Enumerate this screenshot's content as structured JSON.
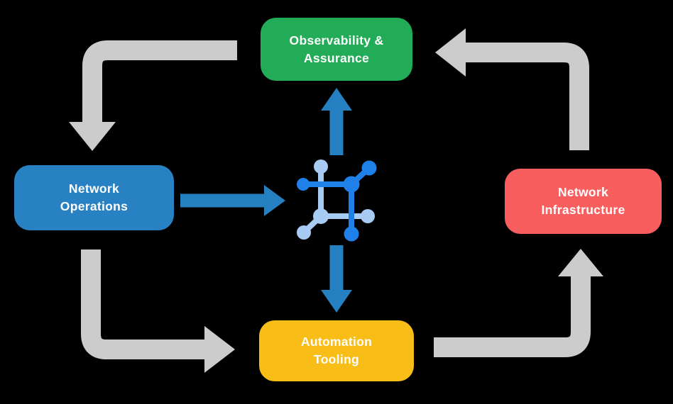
{
  "colors": {
    "background": "#000000",
    "text": "#FFFFFF",
    "node-green": "#22AC57",
    "node-blue": "#2781C3",
    "node-red": "#F95E5E",
    "node-yellow": "#F9BD18",
    "arrow-gray": "#CCCCCC",
    "arrow-blue": "#2480C0",
    "icon-dark": "#1F80EA",
    "icon-light": "#A8CBF3"
  },
  "nodes": {
    "observability": {
      "label": "Observability &\nAssurance"
    },
    "operations": {
      "label": "Network\nOperations"
    },
    "infrastructure": {
      "label": "Network\nInfrastructure"
    },
    "automation": {
      "label": "Automation\nTooling"
    }
  },
  "center_icon": {
    "name": "network-mesh-icon"
  },
  "flows": [
    {
      "from": "Observability & Assurance",
      "to": "Network Operations",
      "style": "gray-elbow"
    },
    {
      "from": "Network Operations",
      "to": "Automation Tooling",
      "style": "gray-elbow"
    },
    {
      "from": "Automation Tooling",
      "to": "Network Infrastructure",
      "style": "gray-elbow"
    },
    {
      "from": "Network Infrastructure",
      "to": "Observability & Assurance",
      "style": "gray-elbow"
    },
    {
      "from": "Network Operations",
      "to": "network-mesh-icon",
      "style": "blue-straight"
    },
    {
      "from": "network-mesh-icon",
      "to": "Observability & Assurance",
      "style": "blue-straight"
    },
    {
      "from": "network-mesh-icon",
      "to": "Automation Tooling",
      "style": "blue-straight"
    }
  ]
}
